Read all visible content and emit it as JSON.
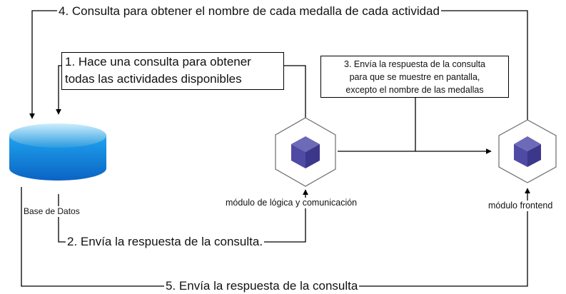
{
  "colors": {
    "line": "#000000",
    "node_fill": "#ffffff",
    "node_stroke": "#6b6b6b",
    "cube_top": "#6d6ab8",
    "cube_left": "#4f4aa3",
    "cube_right": "#3c378a",
    "db_top_light": "#cdeefc",
    "db_top_dark": "#2a9be0",
    "db_side_light": "#1fa3ee",
    "db_side_dark": "#0b63c4"
  },
  "nodes": {
    "database": {
      "label": "Base de Datos",
      "icon": "database-icon"
    },
    "logic_module": {
      "label": "módulo de lógica y comunicación",
      "icon": "module-cube-icon"
    },
    "frontend_module": {
      "label": "módulo frontend",
      "icon": "module-cube-icon"
    }
  },
  "steps": {
    "step1": {
      "lines": [
        "1. Hace una consulta para obtener",
        "todas las actividades disponibles"
      ]
    },
    "step2": {
      "text": "2. Envía la respuesta de la consulta."
    },
    "step3": {
      "lines": [
        "3. Envía la respuesta de la consulta",
        "para que se muestre en pantalla,",
        "excepto el nombre de las medallas"
      ]
    },
    "step4": {
      "text": "4. Consulta para obtener el nombre de cada medalla de cada actividad"
    },
    "step5": {
      "text": "5. Envía la respuesta de la consulta"
    }
  }
}
